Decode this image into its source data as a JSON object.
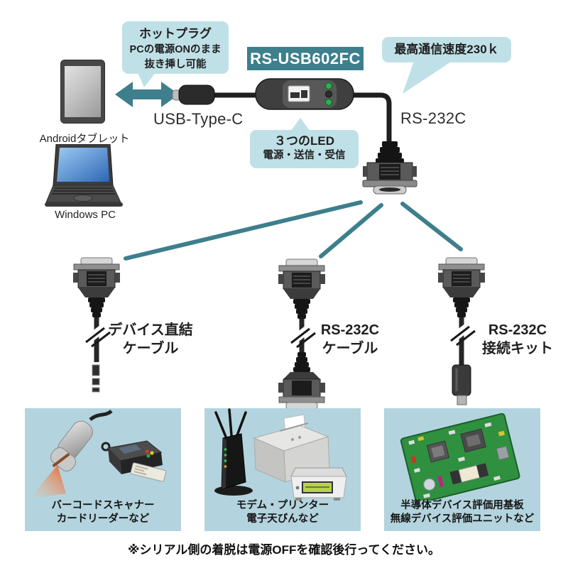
{
  "title": {
    "model": "RS-USB602FC"
  },
  "bubbles": {
    "hotplug": {
      "line1": "ホットプラグ",
      "line2": "PCの電源ONのまま",
      "line3": "抜き挿し可能"
    },
    "speed": {
      "text": "最高通信速度230ｋ"
    },
    "led": {
      "line1": "３つのLED",
      "line2": "電源・送信・受信"
    }
  },
  "connector_labels": {
    "usb": "USB-Type-C",
    "serial": "RS-232C"
  },
  "hosts": [
    {
      "label": "Androidタブレット"
    },
    {
      "label": "Windows PC"
    }
  ],
  "cable_options": [
    {
      "line1": "デバイス直結",
      "line2": "ケーブル"
    },
    {
      "line1": "RS-232C",
      "line2": "ケーブル"
    },
    {
      "line1": "RS-232C",
      "line2": "接続キット"
    }
  ],
  "device_panels": [
    {
      "line1": "バーコードスキャナー",
      "line2": "カードリーダーなど"
    },
    {
      "line1": "モデム・プリンター",
      "line2": "電子天びんなど"
    },
    {
      "line1": "半導体デバイス評価用基板",
      "line2": "無線デバイス評価ユニットなど"
    }
  ],
  "footer": {
    "note": "※シリアル側の着脱は電源OFFを確認後行ってください。"
  },
  "colors": {
    "teal": "#3d7f8c",
    "bubble_bg": "#c0e0e7",
    "panel_bg": "#b3d4de",
    "led_green": "#28b44b",
    "badge_text": "#ffffff"
  }
}
